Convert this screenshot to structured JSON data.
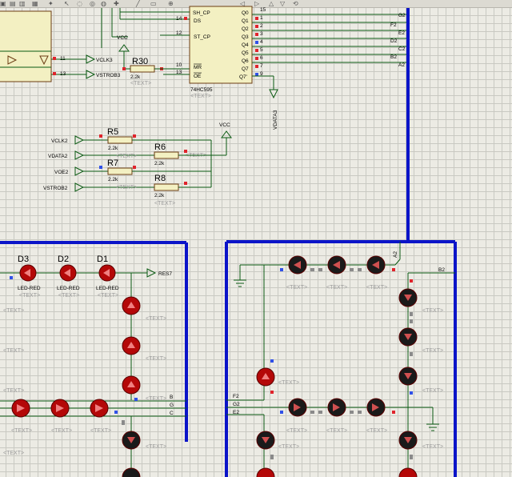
{
  "chip": {
    "part": "74HC595",
    "text": "<TEXT>",
    "pins_left": [
      {
        "num": "14",
        "name": "DS"
      },
      {
        "num": "12",
        "name": "ST_CP"
      },
      {
        "num": "10",
        "name": "MR"
      },
      {
        "num": "13",
        "name": "OE"
      }
    ],
    "sh_cp": "SH_CP",
    "pins_right": [
      "Q0",
      "Q1",
      "Q2",
      "Q3",
      "Q4",
      "Q5",
      "Q6",
      "Q7",
      "Q7'"
    ],
    "pin_nums_right": [
      "15",
      "1",
      "2",
      "3",
      "4",
      "5",
      "6",
      "7",
      "9"
    ]
  },
  "left_block": {
    "pin11": "11",
    "pin13": "13",
    "net_vclk": "VCLK3",
    "net_vstrob": "VSTROB3"
  },
  "top_nets": {
    "vcc": "VCC",
    "r30": "R30",
    "r30_val": "2.2k",
    "r30_text": "<TEXT>",
    "vdata3": "VDATA3"
  },
  "right_nets": [
    "G2",
    "F2",
    "E2",
    "D2",
    "C2",
    "B2",
    "A2"
  ],
  "resistor_block": {
    "inputs": [
      "VCLK2",
      "VDATA2",
      "VOE2",
      "VSTROB2"
    ],
    "resistors": [
      {
        "name": "R5",
        "value": "2.2k",
        "text": "<TEXT>"
      },
      {
        "name": "R6",
        "value": "2.2k",
        "text": "<TEXT>"
      },
      {
        "name": "R7",
        "value": "2.2k",
        "text": "<TEXT>"
      },
      {
        "name": "R8",
        "value": "2.2k",
        "text": "<TEXT>"
      }
    ],
    "vcc": "VCC"
  },
  "left_display": {
    "leds": [
      {
        "name": "D3",
        "type": "LED-RED",
        "text": "<TEXT>"
      },
      {
        "name": "D2",
        "type": "LED-RED",
        "text": "<TEXT>"
      },
      {
        "name": "D1",
        "type": "LED-RED",
        "text": "<TEXT>"
      }
    ],
    "res7": "RES7",
    "segments": [
      "B",
      "G",
      "C"
    ],
    "placeholder": "<TEXT>"
  },
  "right_display": {
    "nets": {
      "a2": "A2",
      "b2": "B2",
      "f2": "F2",
      "g2": "G2",
      "e2": "E2"
    },
    "placeholder": "<TEXT>"
  },
  "colors": {
    "bus": "#0a14c8",
    "wire": "#0a5a12",
    "led": "#b40808",
    "chip": "#f3f0c2",
    "grid": "#ecebe4"
  }
}
